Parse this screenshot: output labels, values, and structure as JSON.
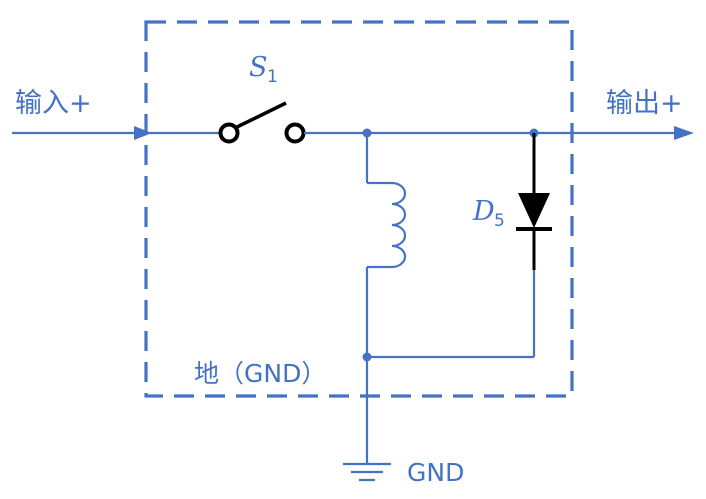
{
  "labels": {
    "input": "输入+",
    "output": "输出+",
    "switch_name": "S",
    "switch_sub": "1",
    "diode_name": "D",
    "diode_sub": "5",
    "ground_node": "地（GND）",
    "ground_symbol": "GND"
  },
  "colors": {
    "wire": "#4472C4",
    "diode": "#000000",
    "background": "#FFFFFF"
  }
}
